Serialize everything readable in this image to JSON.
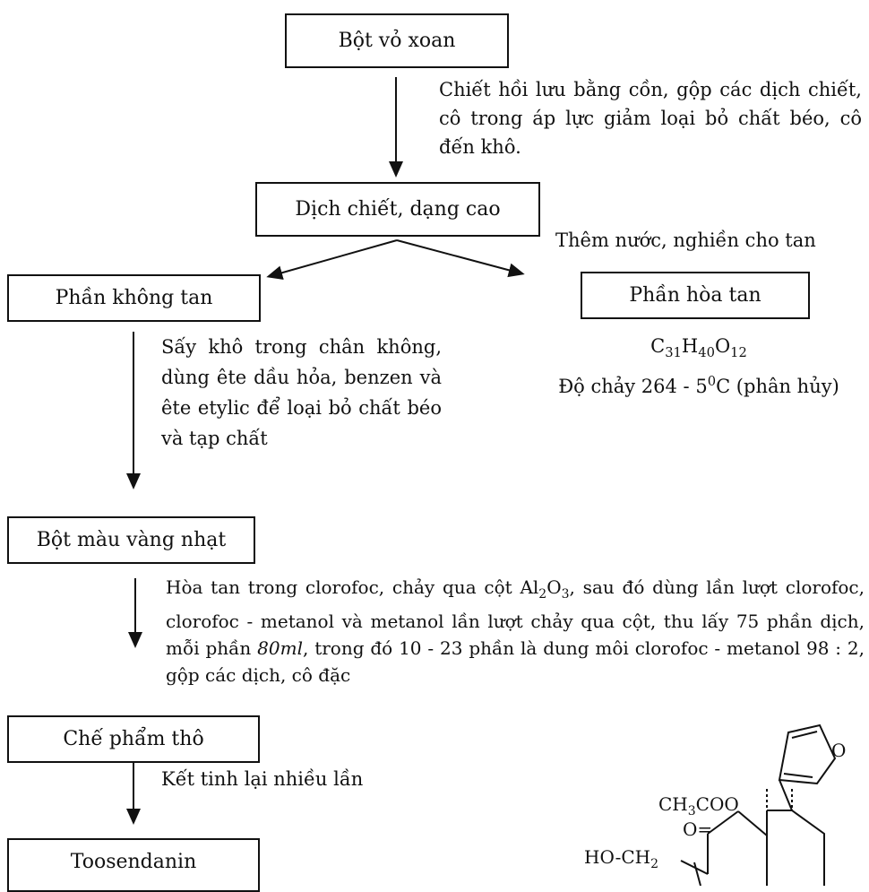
{
  "boxes": {
    "start": "Bột vỏ xoan",
    "extract": "Dịch chiết, dạng cao",
    "insoluble": "Phần không tan",
    "soluble": "Phần hòa tan",
    "yellow_powder": "Bột màu vàng nhạt",
    "crude": "Chế phẩm thô",
    "product": "Toosendanin"
  },
  "notes": {
    "step1": "Chiết hồi lưu bằng cồn, gộp các dịch chiết, cô trong áp lực giảm loại bỏ chất béo, cô đến khô.",
    "step2": "Thêm nước, nghiền cho tan",
    "step3": "Sấy khô trong chân không, dùng ête dầu hỏa, benzen và ête etylic để loại bỏ chất béo và tạp chất",
    "formula_c": "C",
    "formula_c_n": "31",
    "formula_h": "H",
    "formula_h_n": "40",
    "formula_o": "O",
    "formula_o_n": "12",
    "melting_prefix": "Độ chảy 264 - 5",
    "melting_deg": "0",
    "melting_suffix": "C (phân hủy)",
    "step4_a": "Hòa tan trong clorofoc, chảy qua cột Al",
    "step4_al_n": "2",
    "step4_o": "O",
    "step4_o_n": "3",
    "step4_b": ", sau đó dùng lần lượt clorofoc, clorofoc - metanol và metanol lần lượt chảy qua cột, thu lấy 75 phần dịch, mỗi phần ",
    "step4_vol": "80ml",
    "step4_c": ", trong đó 10 - 23 phần là dung môi clorofoc - metanol 98 : 2, gộp các dịch, cô đặc",
    "step5": "Kết tinh lại nhiều lần"
  },
  "molecule": {
    "label_acetoxy": "CH3COO",
    "label_acetoxy_parts": [
      "CH",
      "3",
      "COO"
    ],
    "label_oxo": "O=",
    "label_hydroxymethyl": "HO-CH2",
    "label_hydroxymethyl_parts": [
      "HO-CH",
      "2"
    ],
    "label_furan_o": "O"
  }
}
